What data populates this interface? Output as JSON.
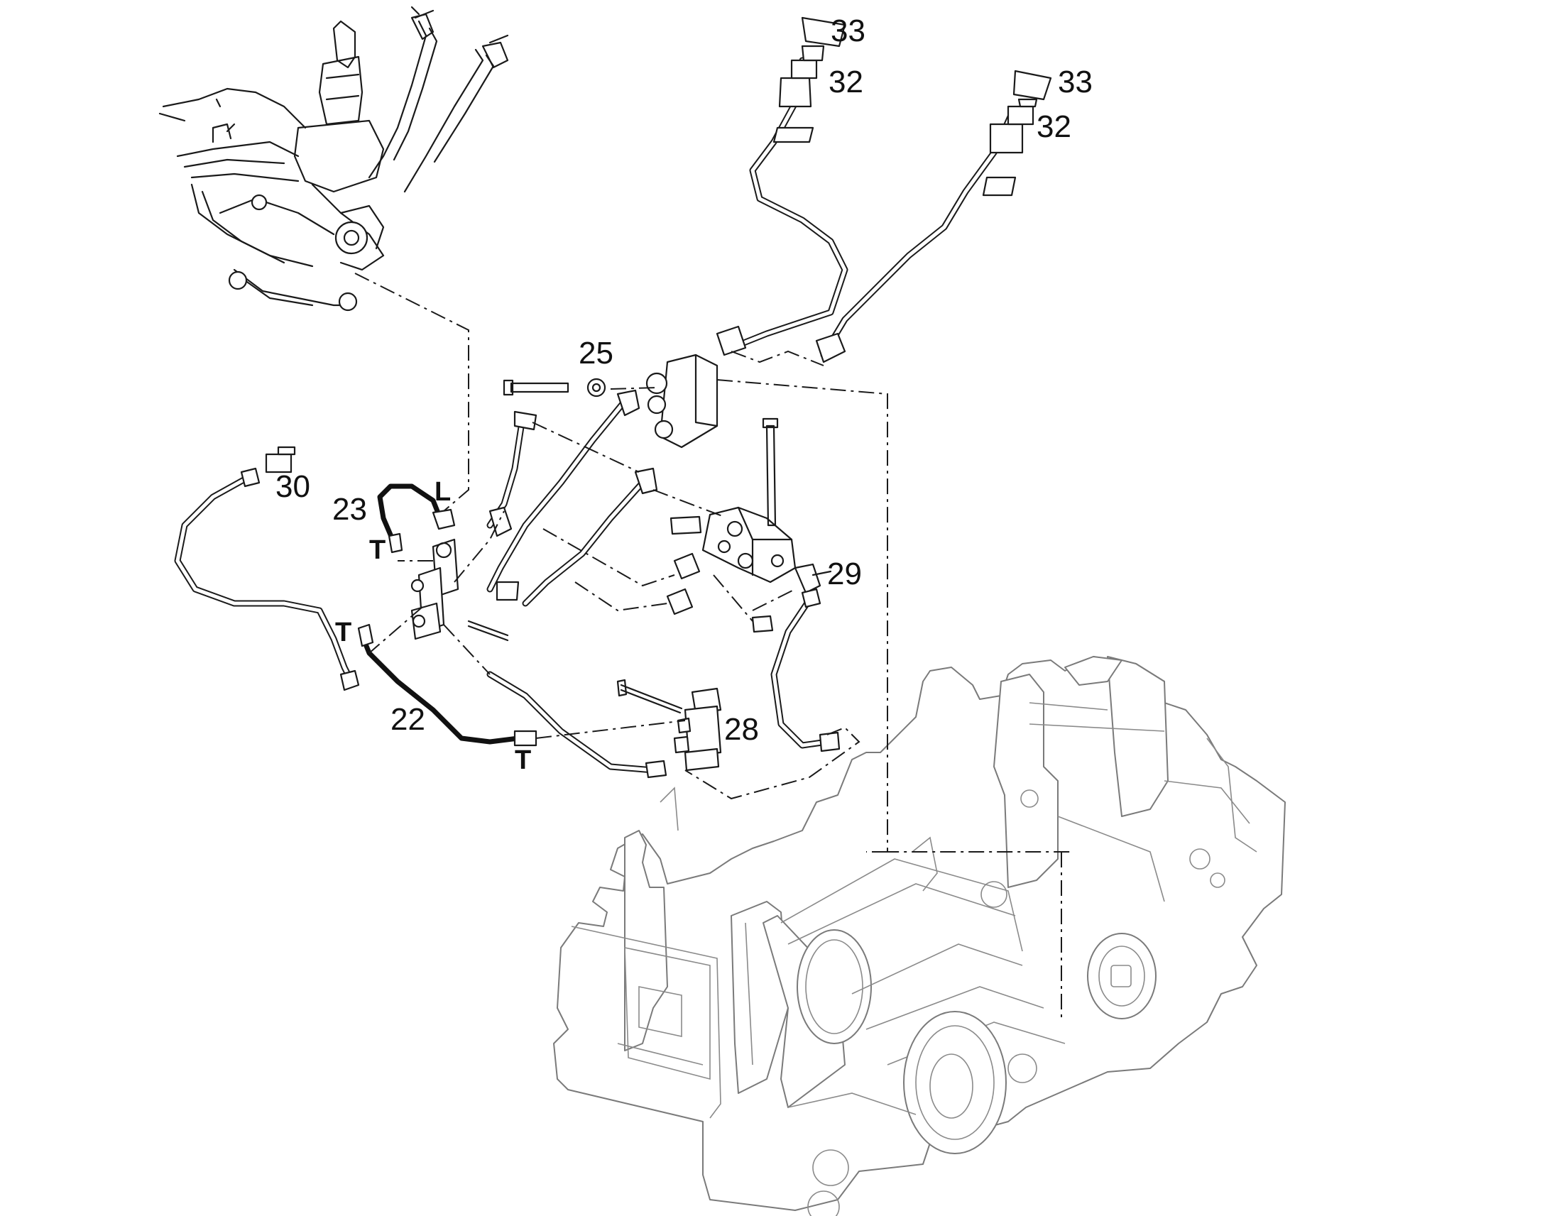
{
  "callouts": {
    "c33a": "33",
    "c32a": "32",
    "c33b": "33",
    "c32b": "32",
    "c25": "25",
    "c30": "30",
    "c23": "23",
    "c29": "29",
    "c22": "22",
    "c28": "28"
  },
  "ports": {
    "L": "L",
    "T1": "T",
    "T2": "T",
    "T3": "T"
  }
}
